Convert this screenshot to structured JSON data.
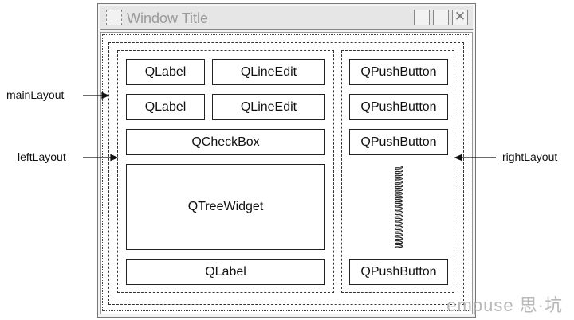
{
  "window": {
    "title": "Window Title",
    "close_glyph": "✕",
    "icons": [
      "window-icon",
      "minimize-icon",
      "maximize-icon",
      "close-icon"
    ]
  },
  "layouts": {
    "main": "mainLayout",
    "left": "leftLayout",
    "right": "rightLayout"
  },
  "left_widgets": {
    "label_1": "QLabel",
    "lineedit_1": "QLineEdit",
    "label_2": "QLabel",
    "lineedit_2": "QLineEdit",
    "checkbox": "QCheckBox",
    "treewidget": "QTreeWidget",
    "label_bottom": "QLabel"
  },
  "right_widgets": {
    "button_1": "QPushButton",
    "button_2": "QPushButton",
    "button_3": "QPushButton",
    "button_4": "QPushButton"
  },
  "watermark": "empuse 思·坑"
}
